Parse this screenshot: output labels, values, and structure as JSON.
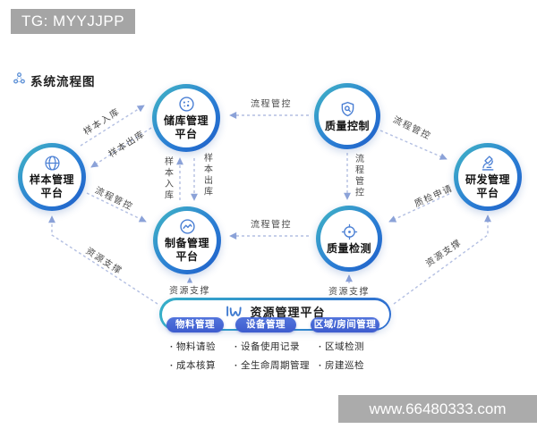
{
  "badge": {
    "text": "TG: MYYJJPP"
  },
  "watermark": {
    "text": "www.66480333.com"
  },
  "diagram": {
    "title": "系统流程图"
  },
  "nodes": {
    "sample": {
      "label": "样本管理平台",
      "icon": "globe-icon"
    },
    "storage": {
      "label": "储库管理平台",
      "icon": "petri-dish-icon"
    },
    "quality_control": {
      "label": "质量控制",
      "icon": "shield-magnifier-icon"
    },
    "rd": {
      "label": "研发管理平台",
      "icon": "microscope-icon"
    },
    "prep": {
      "label": "制备管理平台",
      "icon": "pulse-chart-icon"
    },
    "quality_test": {
      "label": "质量检测",
      "icon": "crosshair-icon"
    }
  },
  "edges": [
    {
      "id": "sample-to-storage",
      "label": "样本入库"
    },
    {
      "id": "storage-to-sample",
      "label": "样本出库"
    },
    {
      "id": "qualitycontrol-to-storage",
      "label": "流程管控"
    },
    {
      "id": "storage-prep-inbound",
      "label": "样本入库"
    },
    {
      "id": "storage-prep-outbound",
      "label": "样本出库"
    },
    {
      "id": "sample-to-prep",
      "label": "流程管控"
    },
    {
      "id": "qualitytest-to-prep",
      "label": "流程管控"
    },
    {
      "id": "qualitycontrol-to-qualitytest",
      "label": "流程管控"
    },
    {
      "id": "qualitycontrol-to-rd",
      "label": "流程管控"
    },
    {
      "id": "rd-to-qualitytest",
      "label": "质检申请"
    },
    {
      "id": "resource-to-prep",
      "label": "资源支撑"
    },
    {
      "id": "resource-to-qualitytest",
      "label": "资源支撑"
    },
    {
      "id": "resource-to-sample",
      "label": "资源支撑"
    },
    {
      "id": "resource-to-rd",
      "label": "资源支撑"
    }
  ],
  "resource": {
    "title": "资源管理平台",
    "columns": [
      {
        "pill": "物料管理",
        "items": [
          "物料请验",
          "成本核算"
        ]
      },
      {
        "pill": "设备管理",
        "items": [
          "设备使用记录",
          "全生命周期管理"
        ]
      },
      {
        "pill": "区域/房间管理",
        "items": [
          "区域检测",
          "房建巡检"
        ]
      }
    ]
  },
  "colors": {
    "node_ring_start": "#41b6c4",
    "node_ring_end": "#1f5ec8",
    "pill_blue": "#4a68d4",
    "wire": "#b3bfe2",
    "arrow": "#8ba2d8",
    "icon_blue": "#4a7fd4",
    "badge_bg": "#a5a5a5"
  }
}
